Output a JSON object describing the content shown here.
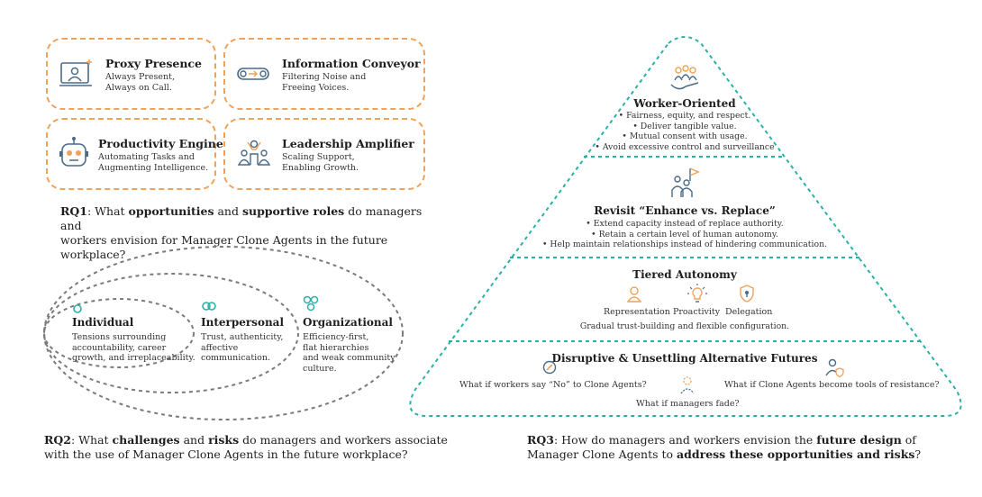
{
  "rq1": {
    "cards": [
      {
        "title": "Proxy Presence",
        "desc": [
          "Always Present,",
          "Always on Call."
        ],
        "icon": "presenter-screen-icon"
      },
      {
        "title": "Information Conveyor",
        "desc": [
          "Filtering Noise and",
          "Freeing Voices."
        ],
        "icon": "conveyor-icon"
      },
      {
        "title": "Productivity Engine",
        "desc": [
          "Automating Tasks and",
          "Augmenting Intelligence."
        ],
        "icon": "robot-icon"
      },
      {
        "title": "Leadership Amplifier",
        "desc": [
          "Scaling Support,",
          "Enabling Growth."
        ],
        "icon": "team-leader-icon"
      }
    ],
    "question": {
      "label": "RQ1",
      "p1": ": What ",
      "b1": "opportunities",
      "p2": " and ",
      "b2": "supportive roles",
      "p3": " do managers and",
      "line2": "workers envision for Manager Clone Agents in the future workplace?"
    }
  },
  "rq2": {
    "levels": [
      {
        "title": "Individual",
        "desc": [
          "Tensions surrounding",
          "accountability, career",
          "growth, and irreplaceability."
        ]
      },
      {
        "title": "Interpersonal",
        "desc": [
          "Trust, authenticity,",
          "affective",
          "communication."
        ]
      },
      {
        "title": "Organizational",
        "desc": [
          "Efficiency-first,",
          "flat hierarchies",
          "and weak community",
          "culture."
        ]
      }
    ],
    "question": {
      "label": "RQ2",
      "p1": ": What ",
      "b1": "challenges",
      "p2": " and ",
      "b2": "risks",
      "p3": " do managers and workers associate",
      "line2": "with the use of Manager Clone Agents in the future workplace?"
    }
  },
  "rq3": {
    "tiers": {
      "worker": {
        "title": "Worker-Oriented",
        "bullets": [
          "• Fairness, equity, and respect.",
          "• Deliver tangible value.",
          "• Mutual consent with usage.",
          "• Avoid excessive control and surveillance"
        ]
      },
      "revisit": {
        "title": "Revisit “Enhance vs. Replace”",
        "bullets": [
          "• Extend capacity instead of replace authority.",
          "• Retain a certain level of human autonomy.",
          "• Help maintain relationships instead of hindering communication."
        ]
      },
      "tiered": {
        "title": "Tiered Autonomy",
        "items": [
          "Representation",
          "Proactivity",
          "Delegation"
        ],
        "note": "Gradual trust-building and flexible configuration."
      },
      "disruptive": {
        "title": "Disruptive & Unsettling Alternative Futures",
        "q1": "What if workers say “No” to Clone Agents?",
        "q2": "What if Clone Agents become tools of resistance?",
        "q3": "What if managers fade?"
      }
    },
    "question": {
      "label": "RQ3",
      "p1": ": How do managers and workers envision the ",
      "b1": "future design",
      "p2": " of",
      "line2a": "Manager Clone Agents to ",
      "b2": "address these opportunities and risks",
      "line2b": "?"
    }
  },
  "colors": {
    "orange": "#f0a25a",
    "teal": "#2ab0a8",
    "gray": "#7a7a7a",
    "icon": "#4a6a88"
  }
}
